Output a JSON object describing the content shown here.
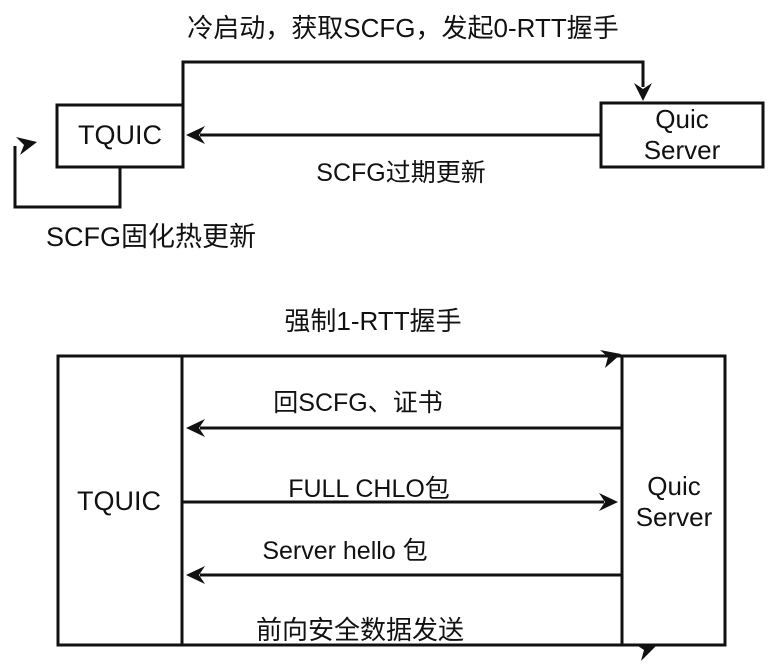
{
  "page": {
    "background_color": "#ffffff",
    "line_color": "#111111"
  },
  "top_diagram": {
    "title": "冷启动，获取SCFG，发起0-RTT握手",
    "client_label": "TQUIC",
    "server_label_line1": "Quic",
    "server_label_line2": "Server",
    "scfg_expire_label": "SCFG过期更新",
    "scfg_hot_update_label": "SCFG固化热更新"
  },
  "bottom_diagram": {
    "title": "强制1-RTT握手",
    "client_label": "TQUIC",
    "server_label_line1": "Quic",
    "server_label_line2": "Server",
    "messages": [
      {
        "label": "回SCFG、证书",
        "direction": "server-to-client"
      },
      {
        "label": "FULL CHLO包",
        "direction": "client-to-server"
      },
      {
        "label": "Server hello 包",
        "direction": "server-to-client"
      },
      {
        "label": "前向安全数据发送",
        "direction": "client-to-server"
      }
    ]
  }
}
